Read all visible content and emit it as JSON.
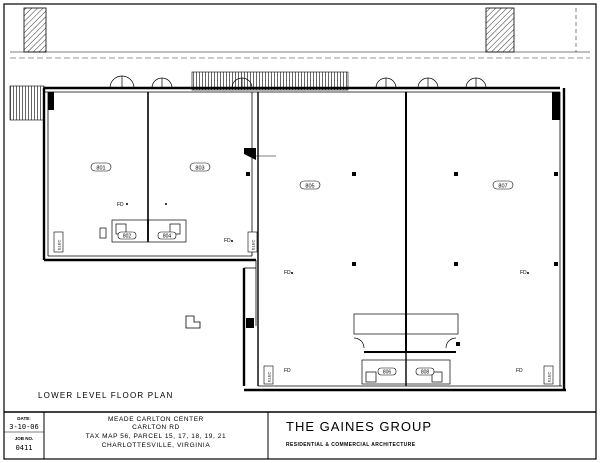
{
  "plan": {
    "caption": "LOWER LEVEL FLOOR PLAN",
    "rooms": [
      {
        "id": "r1",
        "label": "801"
      },
      {
        "id": "r2",
        "label": "803"
      },
      {
        "id": "r3",
        "label": "805"
      },
      {
        "id": "r4",
        "label": "807"
      },
      {
        "id": "r5",
        "label": "802"
      },
      {
        "id": "r6",
        "label": "804"
      },
      {
        "id": "r7",
        "label": "806"
      },
      {
        "id": "r8",
        "label": "808"
      }
    ],
    "fd_tag": "FD",
    "panel_tag": "ELEC"
  },
  "title_block": {
    "date_label": "DATE:",
    "date_value": "3-10-06",
    "job_label": "JOB NO.",
    "job_value": "0411",
    "project_lines": [
      "MEADE CARLTON CENTER",
      "CARLTON RD",
      "TAX MAP 56, PARCEL 15, 17, 18, 19, 21",
      "CHARLOTTESVILLE, VIRGINIA"
    ],
    "firm_name": "THE GAINES GROUP",
    "firm_tagline": "RESIDENTIAL & COMMERCIAL ARCHITECTURE"
  }
}
